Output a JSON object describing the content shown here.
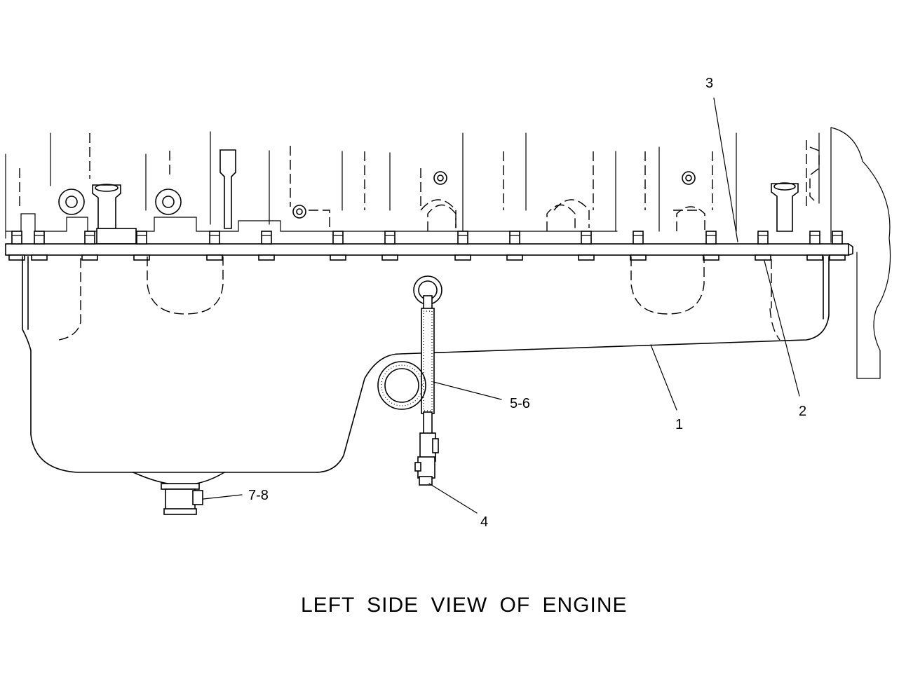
{
  "caption": "LEFT SIDE VIEW OF ENGINE",
  "callouts": [
    {
      "id": "oil-pan",
      "text": "1"
    },
    {
      "id": "bolt",
      "text": "2"
    },
    {
      "id": "gasket",
      "text": "3"
    },
    {
      "id": "sensor",
      "text": "4"
    },
    {
      "id": "dipstick",
      "text": "5-6"
    },
    {
      "id": "drain-plug",
      "text": "7-8"
    }
  ]
}
